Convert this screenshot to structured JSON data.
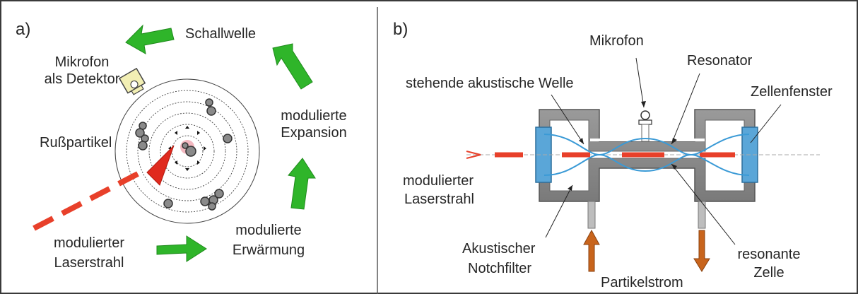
{
  "panel_a": {
    "label": "a)",
    "schallwelle": "Schallwelle",
    "mikrofon_line1": "Mikrofon",
    "mikrofon_line2": "als Detektor",
    "russpartikel": "Rußpartikel",
    "expansion_line1": "modulierte",
    "expansion_line2": "Expansion",
    "laser_line1": "modulierter",
    "laser_line2": "Laserstrahl",
    "erwaermung_line1": "modulierte",
    "erwaermung_line2": "Erwärmung"
  },
  "panel_b": {
    "label": "b)",
    "mikrofon": "Mikrofon",
    "resonator": "Resonator",
    "welle": "stehende akustische Welle",
    "zellenfenster": "Zellenfenster",
    "laser_line1": "modulierter",
    "laser_line2": "Laserstrahl",
    "notch_line1": "Akustischer",
    "notch_line2": "Notchfilter",
    "zelle_line1": "resonante",
    "zelle_line2": "Zelle",
    "partikelstrom": "Partikelstrom"
  },
  "colors": {
    "green_arrow": "#2fb52a",
    "laser_red": "#e8402a",
    "particle_orange": "#c8641c",
    "wave_blue": "#3a9ad6",
    "window_blue": "#5aa6d8",
    "cell_gray": "#8c8c8c"
  }
}
